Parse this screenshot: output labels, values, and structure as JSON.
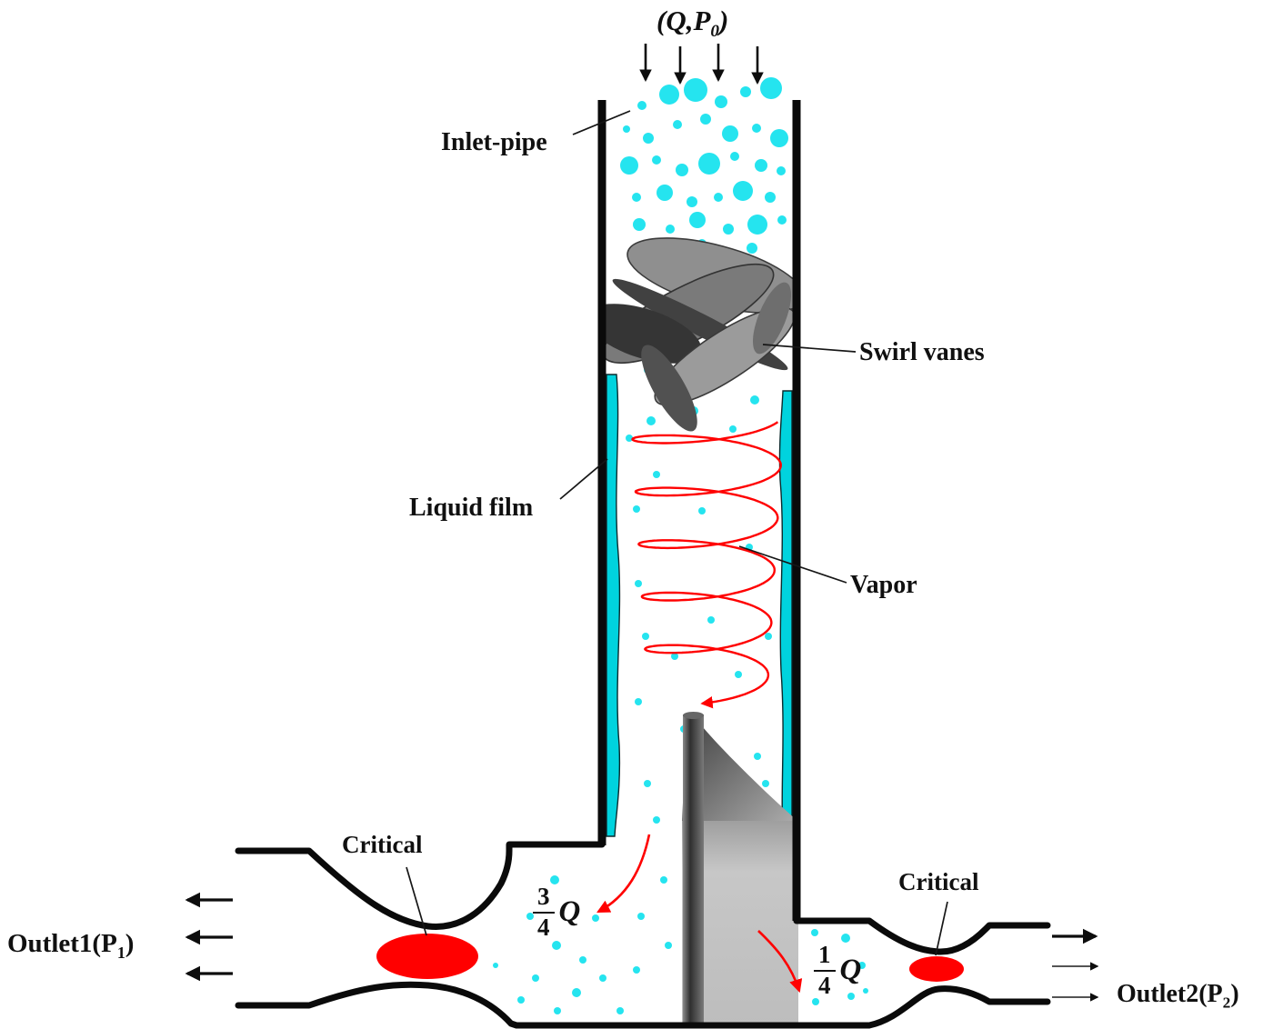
{
  "diagram": {
    "inlet_condition": {
      "main": "(Q,P",
      "sub": "0",
      "close": ")"
    },
    "labels": {
      "inlet_pipe": "Inlet-pipe",
      "swirl_vanes": "Swirl vanes",
      "liquid_film": "Liquid film",
      "vapor": "Vapor",
      "critical_left": "Critical",
      "critical_right": "Critical"
    },
    "outlet1": {
      "main": "Outlet1(P",
      "sub": "1",
      "close": ")"
    },
    "outlet2": {
      "main": "Outlet2(P",
      "sub": "2",
      "close": ")"
    },
    "flow_fractions": {
      "left": {
        "numerator": "3",
        "denominator": "4",
        "variable": "Q"
      },
      "right": {
        "numerator": "1",
        "denominator": "4",
        "variable": "Q"
      }
    },
    "colors": {
      "bubble": "#25e4ef",
      "liquid_film": "#00d3de",
      "vapor": "#ff0000",
      "critical": "#ff0000",
      "outline": "#0a0a0a"
    }
  }
}
